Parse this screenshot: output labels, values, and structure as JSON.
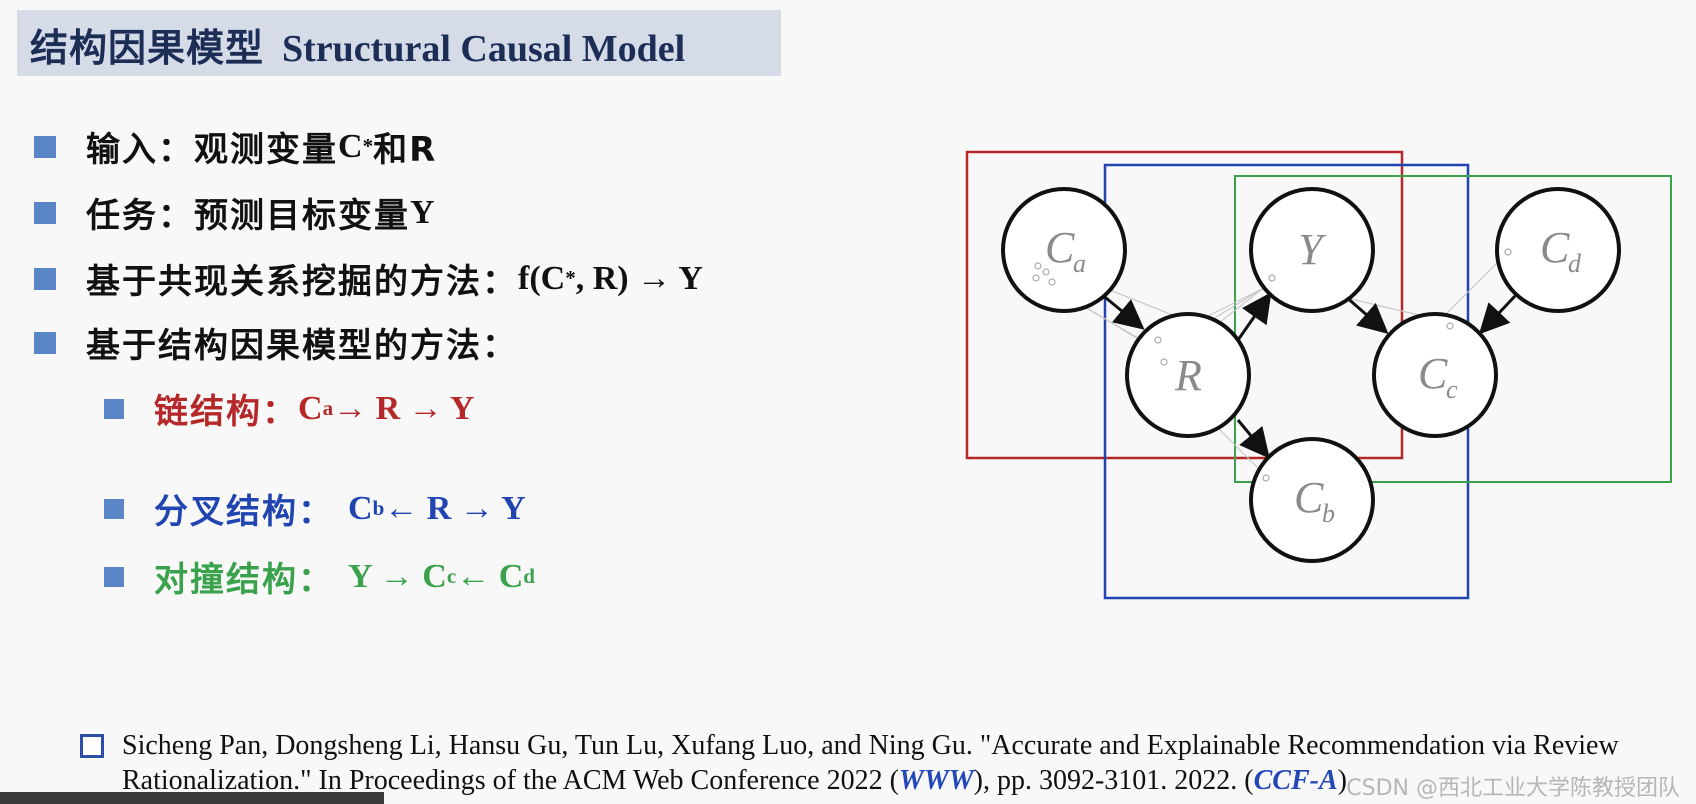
{
  "title": {
    "cn": "结构因果模型",
    "en": "Structural Causal Model"
  },
  "bullets": {
    "b1": {
      "cn": "输入：观测变量",
      "c": "C",
      "sub": "*",
      "tail": " 和R"
    },
    "b2": {
      "cn": "任务：预测目标变量",
      "y": "Y"
    },
    "b3": {
      "cn": "基于共现关系挖掘的方法：",
      "f": "f(C",
      "sub": "*",
      "rest": ", R) → Y"
    },
    "b4": {
      "cn": "基于结构因果模型的方法："
    },
    "chain": {
      "cn": "链结构：",
      "c": "C",
      "sub": "a",
      "rest": " → R → Y"
    },
    "fork": {
      "cn": "分叉结构：",
      "c": "C",
      "sub": "b",
      "rest": " ← R → Y"
    },
    "collider": {
      "cn": "对撞结构：",
      "pre": "Y → C",
      "sub1": "c",
      "mid": " ← C",
      "sub2": "d"
    }
  },
  "diagram": {
    "nodes": {
      "ca": {
        "main": "C",
        "sub": "a"
      },
      "y": {
        "main": "Y",
        "sub": ""
      },
      "cd": {
        "main": "C",
        "sub": "d"
      },
      "r": {
        "main": "R",
        "sub": ""
      },
      "cc": {
        "main": "C",
        "sub": "c"
      },
      "cb": {
        "main": "C",
        "sub": "b"
      }
    },
    "box_colors": {
      "chain": "#b5282a",
      "fork": "#2044b0",
      "collider": "#3aa24c"
    }
  },
  "reference": {
    "text1": "Sicheng Pan, Dongsheng Li, Hansu Gu, Tun Lu, Xufang Luo, and Ning Gu. \"Accurate and Explainable Recommendation via Review Rationalization.\" In Proceedings of the ACM Web Conference 2022 (",
    "www": "WWW",
    "text2": "), pp. 3092-3101. 2022. (",
    "ccf": "CCF-A",
    "text3": ")"
  },
  "watermark": "CSDN @西北工业大学陈教授团队"
}
